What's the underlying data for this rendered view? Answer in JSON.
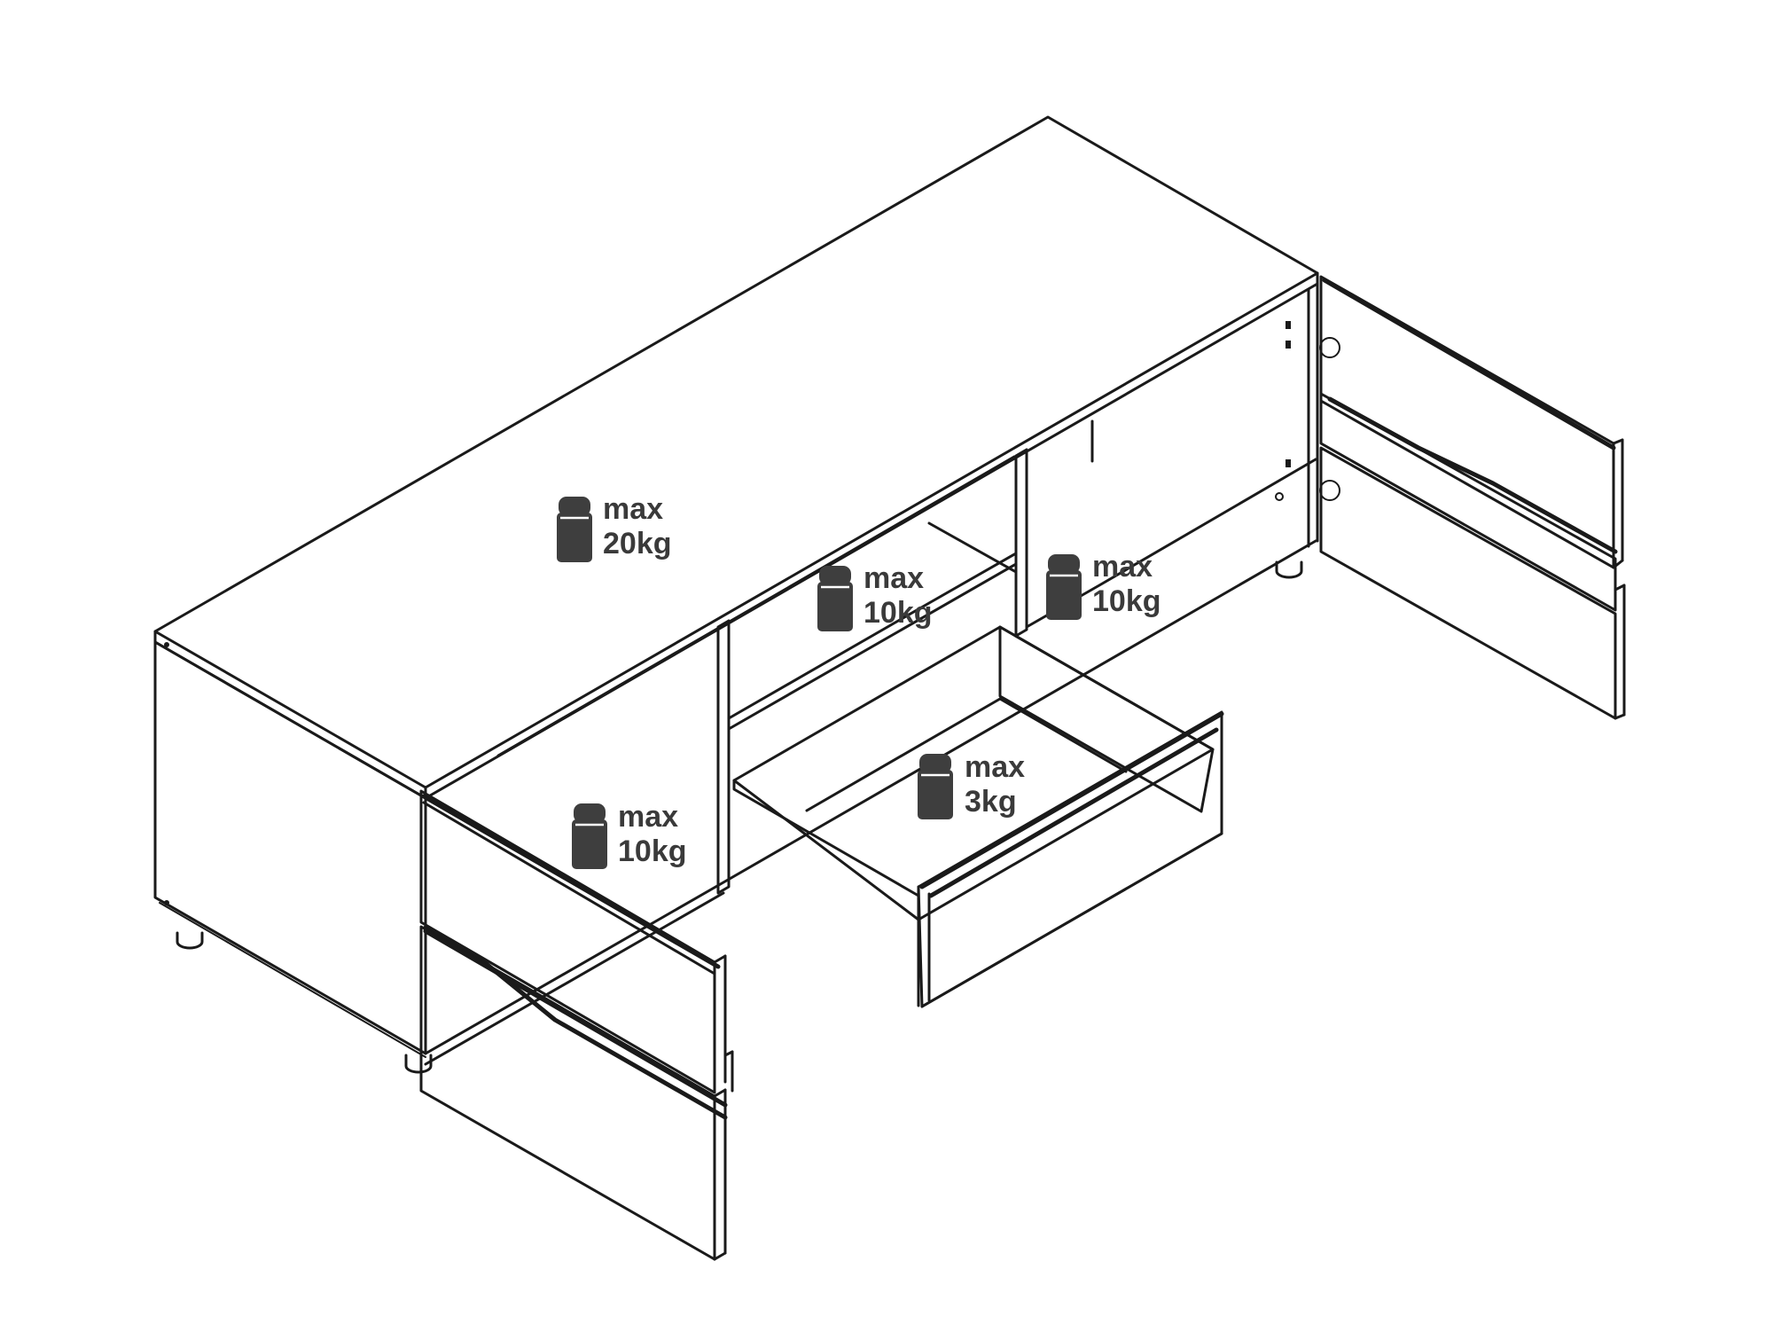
{
  "load_labels": [
    {
      "id": "top-surface",
      "line1": "max",
      "line2": "20kg"
    },
    {
      "id": "upper-middle-shelf",
      "line1": "max",
      "line2": "10kg"
    },
    {
      "id": "right-compartment",
      "line1": "max",
      "line2": "10kg"
    },
    {
      "id": "drawer",
      "line1": "max",
      "line2": "3kg"
    },
    {
      "id": "left-compartment",
      "line1": "max",
      "line2": "10kg"
    }
  ],
  "colors": {
    "line": "#1a1a1a",
    "weight_icon": "#3e3e3e",
    "label_text": "#3a3a3a",
    "background": "#ffffff"
  },
  "icons": [
    "weight-icon"
  ]
}
